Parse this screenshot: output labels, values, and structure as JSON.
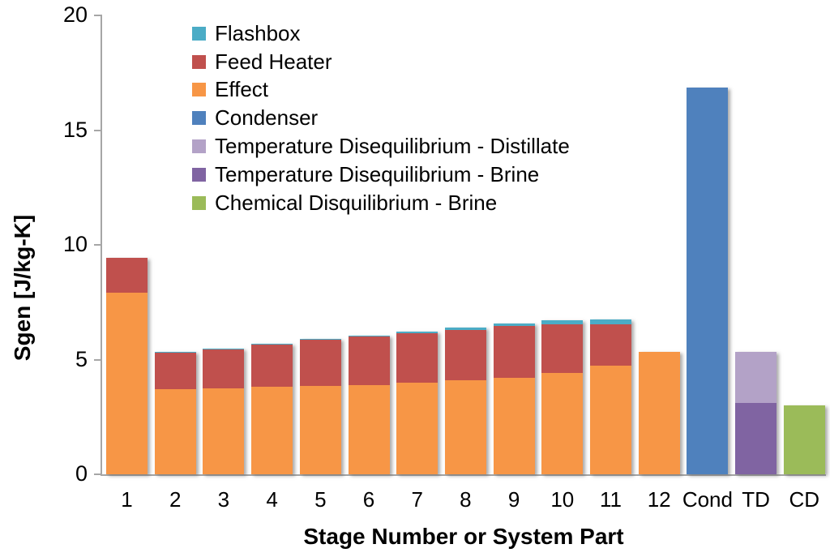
{
  "chart_data": {
    "type": "bar",
    "stacked": true,
    "title": "",
    "xlabel": "Stage Number or System Part",
    "ylabel": "Sgen [J/kg-K]",
    "ylim": [
      0,
      20
    ],
    "yticks": [
      0,
      5,
      10,
      15,
      20
    ],
    "grid": false,
    "legend_position": "top-left-inside",
    "axis_color": "#A6A6A6",
    "text_color": "#000000",
    "categories": [
      "1",
      "2",
      "3",
      "4",
      "5",
      "6",
      "7",
      "8",
      "9",
      "10",
      "11",
      "12",
      "Cond",
      "TD",
      "CD"
    ],
    "series": [
      {
        "name": "Flashbox",
        "color": "#4BACC6",
        "values": [
          0,
          0.02,
          0.03,
          0.04,
          0.05,
          0.06,
          0.08,
          0.1,
          0.12,
          0.15,
          0.2,
          0,
          0,
          0,
          0
        ]
      },
      {
        "name": "Feed Heater",
        "color": "#C0504D",
        "values": [
          1.55,
          1.6,
          1.7,
          1.85,
          2.0,
          2.1,
          2.15,
          2.2,
          2.25,
          2.15,
          1.8,
          0,
          0,
          0,
          0
        ]
      },
      {
        "name": "Effect",
        "color": "#F79646",
        "values": [
          7.9,
          3.7,
          3.75,
          3.8,
          3.85,
          3.9,
          4.0,
          4.1,
          4.2,
          4.4,
          4.75,
          5.35,
          0,
          0,
          0
        ]
      },
      {
        "name": "Condenser",
        "color": "#4F81BD",
        "values": [
          0,
          0,
          0,
          0,
          0,
          0,
          0,
          0,
          0,
          0,
          0,
          0,
          16.85,
          0,
          0
        ]
      },
      {
        "name": "Temperature Disequilibrium - Distillate",
        "color": "#B3A2C7",
        "values": [
          0,
          0,
          0,
          0,
          0,
          0,
          0,
          0,
          0,
          0,
          0,
          0,
          0,
          2.25,
          0
        ]
      },
      {
        "name": "Temperature Disequilibrium - Brine",
        "color": "#8064A2",
        "values": [
          0,
          0,
          0,
          0,
          0,
          0,
          0,
          0,
          0,
          0,
          0,
          0,
          0,
          3.1,
          0
        ]
      },
      {
        "name": "Chemical Disquilibrium - Brine",
        "color": "#9BBB59",
        "values": [
          0,
          0,
          0,
          0,
          0,
          0,
          0,
          0,
          0,
          0,
          0,
          0,
          0,
          0,
          3.0
        ]
      }
    ],
    "stack_order": [
      "Effect",
      "Feed Heater",
      "Flashbox",
      "Condenser",
      "Temperature Disequilibrium - Brine",
      "Temperature Disequilibrium - Distillate",
      "Chemical Disquilibrium - Brine"
    ]
  }
}
